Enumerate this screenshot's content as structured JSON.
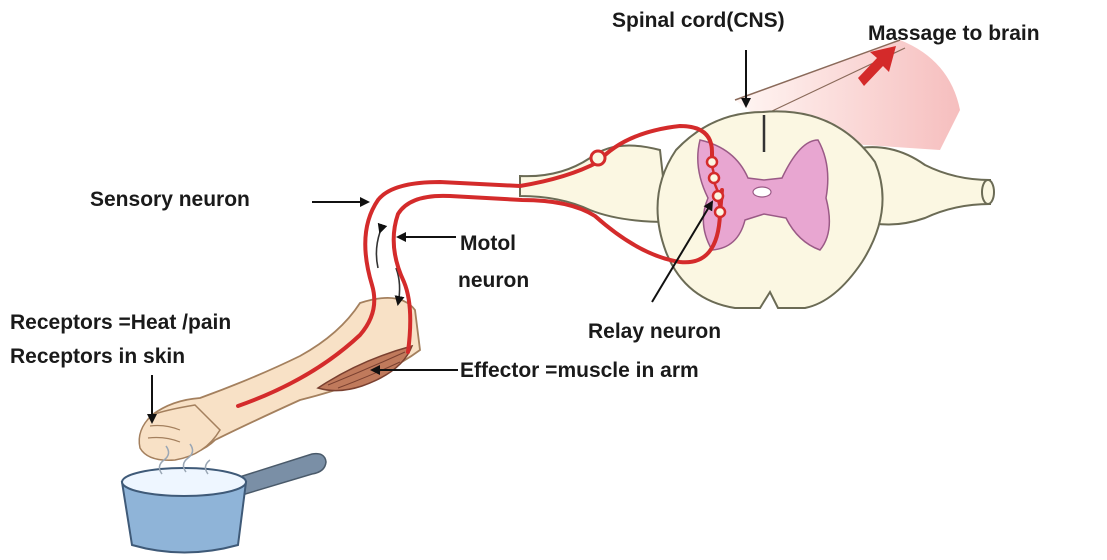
{
  "labels": {
    "spinal_cord": "Spinal cord(CNS)",
    "message_to_brain": "Massage to brain",
    "sensory_neuron": "Sensory neuron",
    "motor_neuron_line1": "Motol",
    "motor_neuron_line2": "neuron",
    "relay_neuron": "Relay neuron",
    "receptors_line1": "Receptors =Heat /pain",
    "receptors_line2": "Receptors in skin",
    "effector": "Effector =muscle in arm"
  },
  "colors": {
    "nerve": "#d42b2b",
    "spinal_cord_fill": "#fbf7e2",
    "grey_matter": "#e8a6d1",
    "brain_arrow": "#d42a2a",
    "skin": "#f8e1c6",
    "muscle": "#c07a5c",
    "pan": "#8fb4d8",
    "pan_handle": "#7a8fa6"
  }
}
